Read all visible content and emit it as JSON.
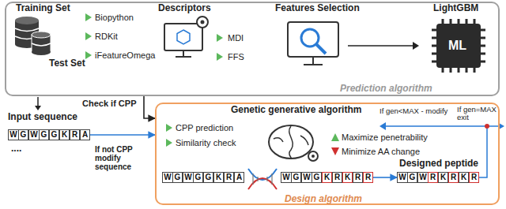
{
  "diagram": {
    "nodes": [
      {
        "text": [
          "Prediction algorithm"
        ]
      },
      {
        "text": [
          "W"
        ]
      },
      {
        "text": [
          "G"
        ]
      },
      {
        "text": [
          "W"
        ]
      },
      {
        "text": [
          "G"
        ]
      },
      {
        "text": [
          "G"
        ]
      },
      {
        "text": [
          "K"
        ]
      },
      {
        "text": [
          "R"
        ]
      },
      {
        "text": [
          "A"
        ]
      },
      {
        "text": [
          "Design algorithm"
        ]
      },
      {
        "text": [
          "W"
        ],
        "in": 9
      },
      {
        "text": [
          "G"
        ],
        "in": 9
      },
      {
        "text": [
          "W"
        ],
        "in": 9
      },
      {
        "text": [
          "G"
        ],
        "in": 9
      },
      {
        "text": [
          "G"
        ],
        "in": 9
      },
      {
        "text": [
          "K"
        ],
        "in": 9
      },
      {
        "text": [
          "R"
        ],
        "in": 9
      },
      {
        "text": [
          "A"
        ],
        "in": 9
      },
      {
        "text": [
          "W"
        ],
        "in": 9
      },
      {
        "text": [
          "G"
        ],
        "in": 9
      },
      {
        "text": [
          "W"
        ],
        "in": 9
      },
      {
        "text": [
          "G"
        ],
        "in": 9
      },
      {
        "text": [
          "K"
        ],
        "in": 9
      },
      {
        "text": [
          "R"
        ],
        "in": 9
      },
      {
        "text": [
          "K"
        ],
        "in": 9
      },
      {
        "text": [
          "R"
        ],
        "in": 9
      },
      {
        "text": [
          "R"
        ],
        "in": 9
      },
      {
        "text": [
          "W"
        ],
        "in": 9
      },
      {
        "text": [
          "G"
        ],
        "in": 9
      },
      {
        "text": [
          "W"
        ],
        "in": 9
      },
      {
        "text": [
          "R"
        ],
        "in": 9
      },
      {
        "text": [
          "K"
        ],
        "in": 9
      },
      {
        "text": [
          "R"
        ],
        "in": 9
      },
      {
        "text": [
          "K"
        ],
        "in": 9
      },
      {
        "text": [
          "R"
        ],
        "in": 9
      }
    ],
    "edges": [
      {
        "from": 0,
        "to": 9,
        "arrow": "to"
      },
      {
        "from": 8,
        "to": 9,
        "arrow": "to"
      },
      {
        "from": 26,
        "to": 27,
        "arrow": "to"
      }
    ],
    "labels": [
      "Training Set",
      "Test Set",
      "Biopython",
      "RDKit",
      "iFeatureOmega",
      "Descriptors",
      "MDI",
      "FFS",
      "Features Selection",
      "LightGBM",
      "ML",
      "Check if CPP",
      "Input sequence",
      "....",
      "If not CPP modify sequence",
      "Genetic generative algorithm",
      "CPP prediction",
      "Similarity check",
      "Maximize penetrability",
      "Minimize AA change",
      "Designed peptide",
      "If gen<MAX - modify",
      "If gen=MAX exit"
    ]
  }
}
